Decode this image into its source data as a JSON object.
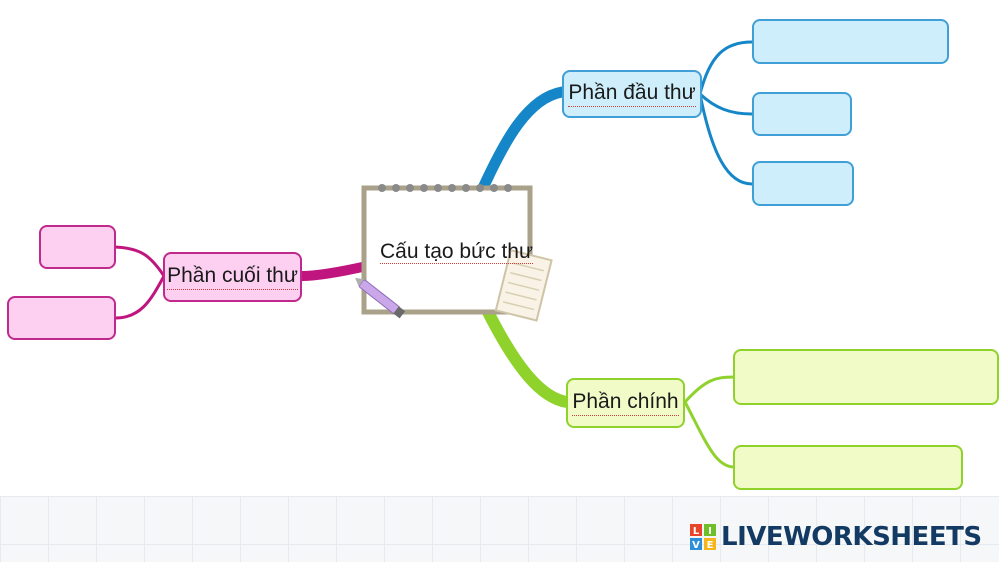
{
  "diagram": {
    "center": {
      "label": "Cấu tạo bức thư"
    },
    "branches": [
      {
        "id": "dau",
        "label": "Phần đầu thư",
        "color": "#1587c8",
        "children_blank": 3
      },
      {
        "id": "cuoi",
        "label": "Phần cuối thư",
        "color": "#c0157e",
        "children_blank": 2
      },
      {
        "id": "chinh",
        "label": "Phần chính",
        "color": "#8fd22c",
        "children_blank": 2
      }
    ]
  },
  "brand": {
    "name": "LIVEWORKSHEETS",
    "logo_letters": [
      "L",
      "I",
      "V",
      "E"
    ],
    "logo_colors": [
      "#e8462b",
      "#6fbf2a",
      "#2d8fd8",
      "#f5b51b"
    ]
  }
}
